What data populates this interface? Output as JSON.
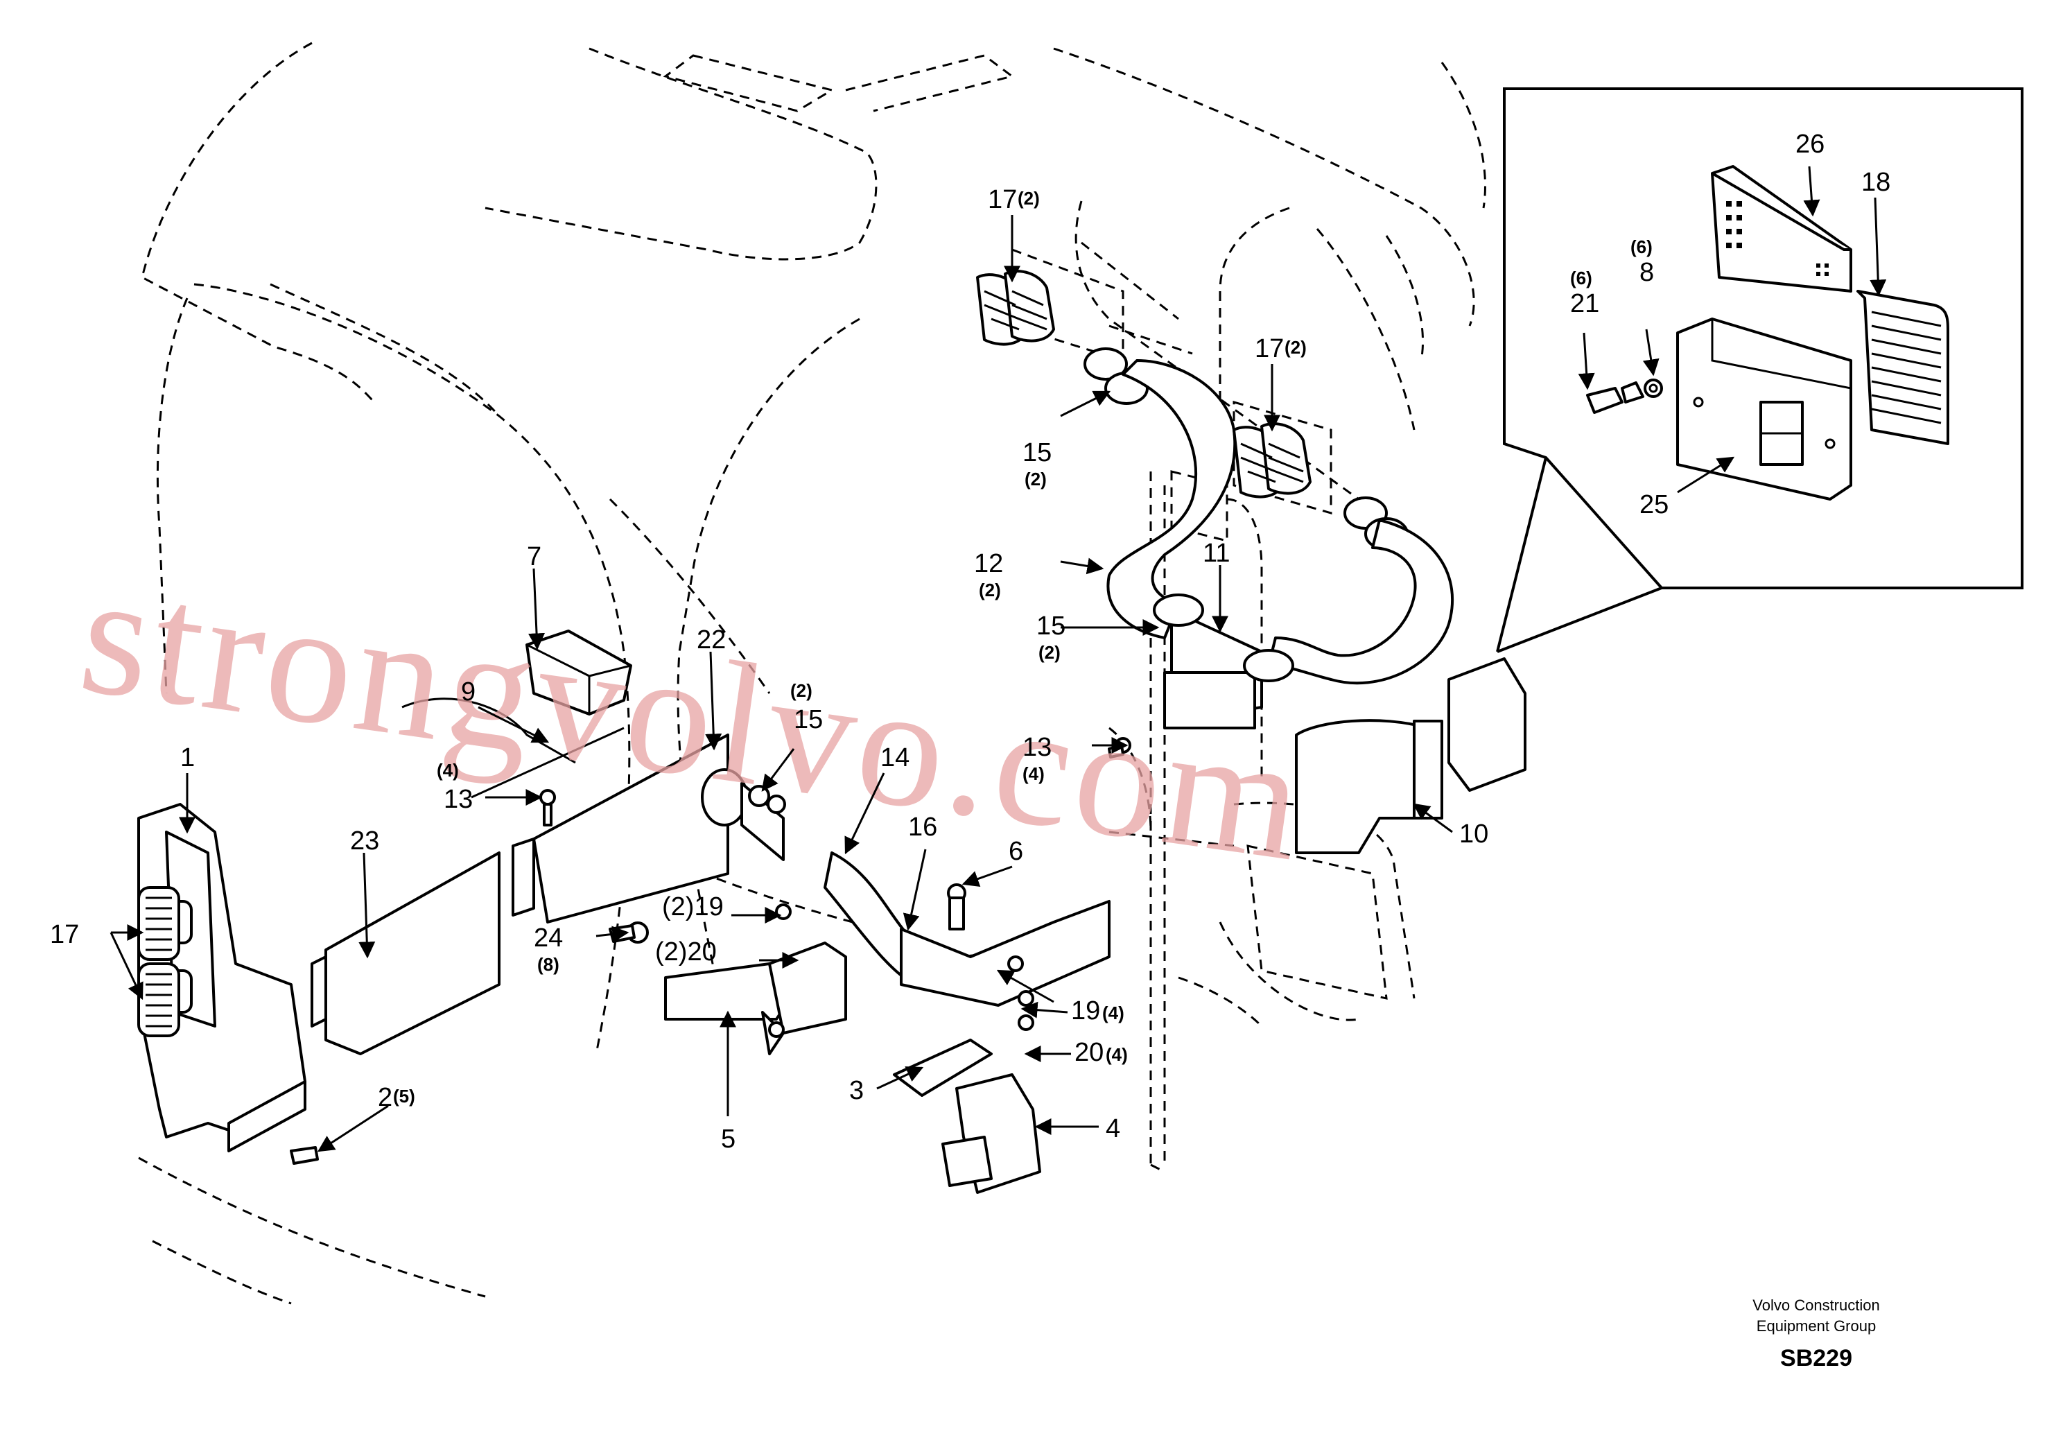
{
  "watermark": "strongvolvo.com",
  "footer": {
    "company_line1": "Volvo Construction",
    "company_line2": "Equipment Group",
    "code": "SB229"
  },
  "callouts": {
    "c1": "1",
    "c2": "2",
    "c2q": "(5)",
    "c3": "3",
    "c4": "4",
    "c5": "5",
    "c6": "6",
    "c7": "7",
    "c8": "8",
    "c8q": "(6)",
    "c9": "9",
    "c10": "10",
    "c11": "11",
    "c12": "12",
    "c12q": "(2)",
    "c13": "13",
    "c13q": "(4)",
    "c14": "14",
    "c15a": "15",
    "c15aq": "(2)",
    "c15b": "15",
    "c15bq": "(2)",
    "c15c": "15",
    "c15cq": "(2)",
    "c16": "16",
    "c17a": "17",
    "c17b": "17",
    "c17bq": "(2)",
    "c17c": "17",
    "c17cq": "(2)",
    "c18": "18",
    "c19a": "(2)19",
    "c19b": "19",
    "c19bq": "(4)",
    "c20a": "(2)20",
    "c20b": "20",
    "c20bq": "(4)",
    "c21": "21",
    "c21q": "(6)",
    "c22": "22",
    "c23": "23",
    "c24": "24",
    "c24q": "(8)",
    "c25": "25",
    "c26": "26",
    "c13left": "13",
    "c13leftq": "(4)"
  }
}
